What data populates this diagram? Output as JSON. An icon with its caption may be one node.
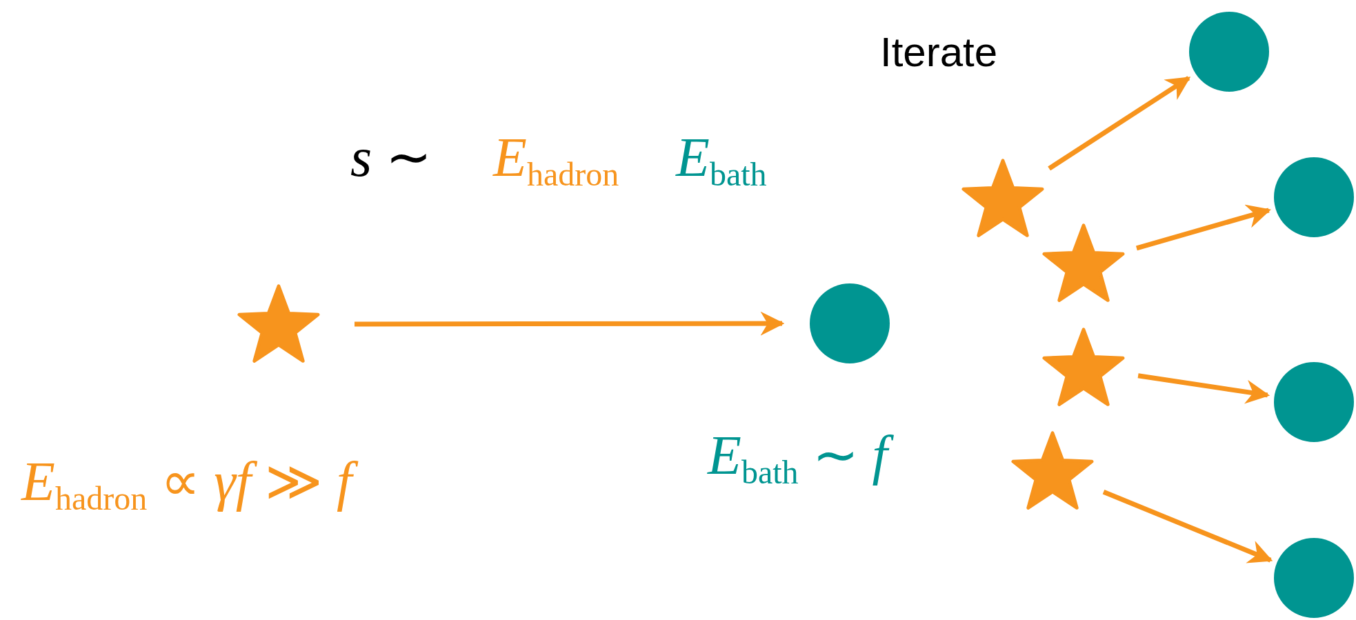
{
  "diagram": {
    "nodes": [
      {
        "text": [],
        "shape": "star"
      },
      {
        "text": [],
        "shape": "circle"
      },
      {
        "text": [],
        "shape": "star"
      },
      {
        "text": [],
        "shape": "star"
      },
      {
        "text": [],
        "shape": "star"
      },
      {
        "text": [],
        "shape": "star"
      },
      {
        "text": [],
        "shape": "circle"
      },
      {
        "text": [],
        "shape": "circle"
      },
      {
        "text": [],
        "shape": "circle"
      },
      {
        "text": [],
        "shape": "circle"
      }
    ],
    "edges": [
      {
        "from": 0,
        "to": 1,
        "arrow": "to"
      },
      {
        "from": 2,
        "to": 6,
        "arrow": "to"
      },
      {
        "from": 3,
        "to": 7,
        "arrow": "to"
      },
      {
        "from": 4,
        "to": 8,
        "arrow": "to"
      },
      {
        "from": 5,
        "to": 9,
        "arrow": "to"
      }
    ],
    "labels": [
      "*s* ∼",
      "*E*$_{hadron}$",
      "*E*$_{bath}$",
      "Iterate",
      "*E*$_{bath}$ ∼ *f*",
      "*E*$_{hadron}$ ∝ *γf* ≫ *f*"
    ]
  }
}
